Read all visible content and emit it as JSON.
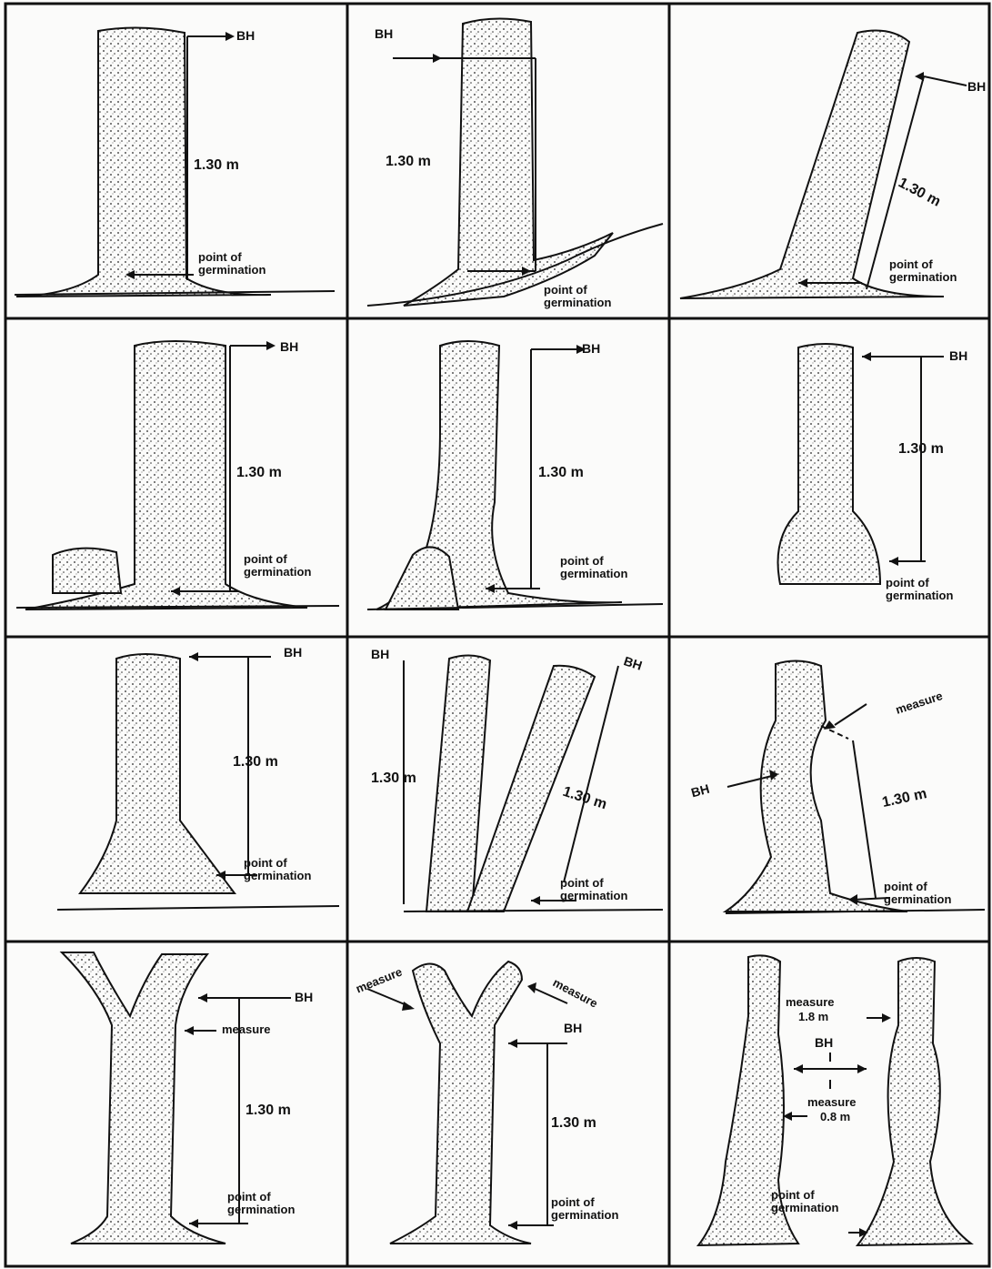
{
  "panels": [
    {
      "id": "a",
      "bh": "BH",
      "height": "1.30 m",
      "germ": "point of germination"
    },
    {
      "id": "b",
      "bh": "BH",
      "height": "1.30 m",
      "germ": "point of germination"
    },
    {
      "id": "c",
      "bh": "BH",
      "height": "1.30 m",
      "germ": "point of germination"
    },
    {
      "id": "d",
      "bh": "BH",
      "height": "1.30 m",
      "germ": "point of germination"
    },
    {
      "id": "e",
      "bh": "BH",
      "height": "1.30 m",
      "germ": "point of germination"
    },
    {
      "id": "f",
      "bh": "BH",
      "height": "1.30 m",
      "germ": "point of germination"
    },
    {
      "id": "g",
      "bh": "BH",
      "height": "1.30 m",
      "germ": "point of germination"
    },
    {
      "id": "h",
      "bh": "BH",
      "bh2": "BH",
      "height": "1.30 m",
      "height2": "1.30 m",
      "germ": "point of germination"
    },
    {
      "id": "i",
      "bh": "BH",
      "height": "1.30 m",
      "measure": "measure",
      "germ": "point of germination"
    },
    {
      "id": "j",
      "bh": "BH",
      "height": "1.30 m",
      "measure": "measure",
      "germ": "point of germination"
    },
    {
      "id": "k",
      "bh": "BH",
      "height": "1.30 m",
      "measure": "measure",
      "measure2": "measure",
      "germ": "point of germination"
    },
    {
      "id": "l",
      "bh": "BH",
      "measure_upper": "measure",
      "upper_value": "1.8 m",
      "measure_lower": "measure",
      "lower_value": "0.8 m",
      "germ": "point of germination"
    }
  ]
}
